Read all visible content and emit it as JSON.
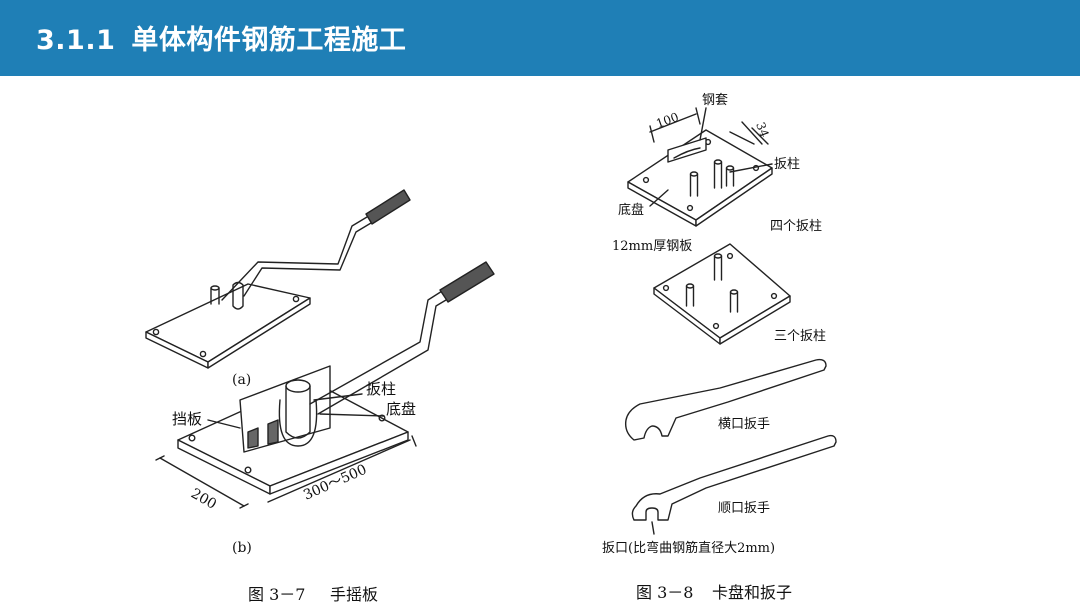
{
  "header": {
    "number": "3.1.1",
    "title": "单体构件钢筋工程施工",
    "bg_color": "#1f7fb6"
  },
  "fig37": {
    "label_a": "(a)",
    "label_b": "(b)",
    "label_banzhu": "扳柱",
    "label_dipan": "底盘",
    "label_dangban": "挡板",
    "dim_width": "200",
    "dim_length": "300～500",
    "caption_num": "图 3－7",
    "caption_text": "手摇板"
  },
  "fig38": {
    "label_gangtao": "钢套",
    "dim_100": "100",
    "dim_34": "34",
    "label_banzhu": "扳柱",
    "label_dipan": "底盘",
    "label_four": "四个扳柱",
    "label_plate": "12mm厚钢板",
    "label_three": "三个扳柱",
    "label_hengkou": "横口扳手",
    "label_shunkou": "顺口扳手",
    "label_bankou": "扳口(比弯曲钢筋直径大2mm)",
    "caption_num": "图 3－8",
    "caption_text": "卡盘和扳子"
  }
}
